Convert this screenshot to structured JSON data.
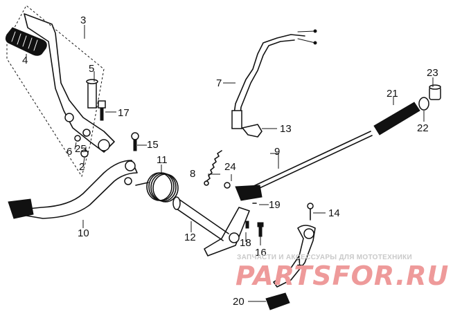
{
  "labels": {
    "p1": "1",
    "p2": "2",
    "p3": "3",
    "p4": "4",
    "p5": "5",
    "p6": "6",
    "p7": "7",
    "p8": "8",
    "p9": "9",
    "p10": "10",
    "p11": "11",
    "p12": "12",
    "p13": "13",
    "p14": "14",
    "p15": "15",
    "p16": "16",
    "p17": "17",
    "p18": "18",
    "p19": "19",
    "p20": "20",
    "p21": "21",
    "p22": "22",
    "p23": "23",
    "p24": "24",
    "p25": "25"
  },
  "watermark": {
    "subtitle": "ЗАПЧАСТИ И АКСЕССУАРЫ ДЛЯ МОТОТЕХНИКИ",
    "brand": "PARTSFOR.RU"
  }
}
